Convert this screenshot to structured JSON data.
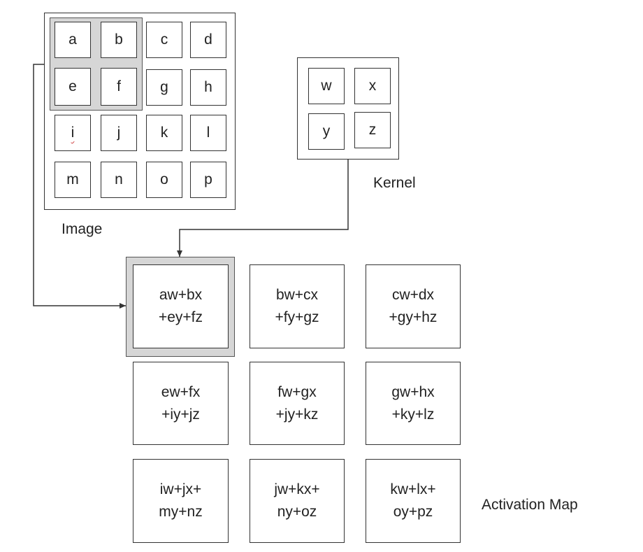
{
  "image": {
    "label": "Image",
    "cells": [
      "a",
      "b",
      "c",
      "d",
      "e",
      "f",
      "g",
      "h",
      "i",
      "j",
      "k",
      "l",
      "m",
      "n",
      "o",
      "p"
    ]
  },
  "kernel": {
    "label": "Kernel",
    "cells": [
      "w",
      "x",
      "y",
      "z"
    ]
  },
  "activation_map": {
    "label": "Activation Map",
    "cells": [
      {
        "line1": "aw+bx",
        "line2": "+ey+fz"
      },
      {
        "line1": "bw+cx",
        "line2": "+fy+gz"
      },
      {
        "line1": "cw+dx",
        "line2": "+gy+hz"
      },
      {
        "line1": "ew+fx",
        "line2": "+iy+jz"
      },
      {
        "line1": "fw+gx",
        "line2": "+jy+kz"
      },
      {
        "line1": "gw+hx",
        "line2": "+ky+lz"
      },
      {
        "line1": "iw+jx+",
        "line2": "my+nz"
      },
      {
        "line1": "jw+kx+",
        "line2": "ny+oz"
      },
      {
        "line1": "kw+lx+",
        "line2": "oy+pz"
      }
    ]
  },
  "colors": {
    "stroke": "#333333",
    "highlight_fill": "#d6d6d6",
    "text": "#222222"
  }
}
